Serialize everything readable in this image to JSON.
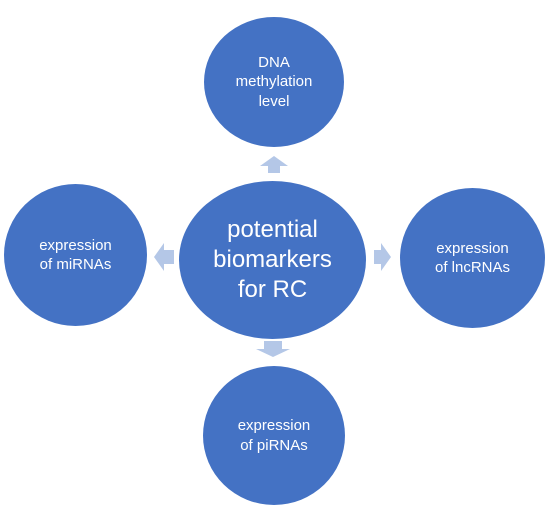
{
  "diagram": {
    "center": {
      "label": "potential\nbiomarkers\nfor RC"
    },
    "nodes": {
      "top": {
        "label": "DNA\nmethylation\nlevel"
      },
      "left": {
        "label": "expression\nof miRNAs"
      },
      "right": {
        "label": "expression\nof lncRNAs"
      },
      "bottom": {
        "label": "expression\nof piRNAs"
      }
    },
    "colors": {
      "node_fill": "#4472c4",
      "arrow_fill": "#b4c7e7",
      "text": "#ffffff"
    }
  }
}
